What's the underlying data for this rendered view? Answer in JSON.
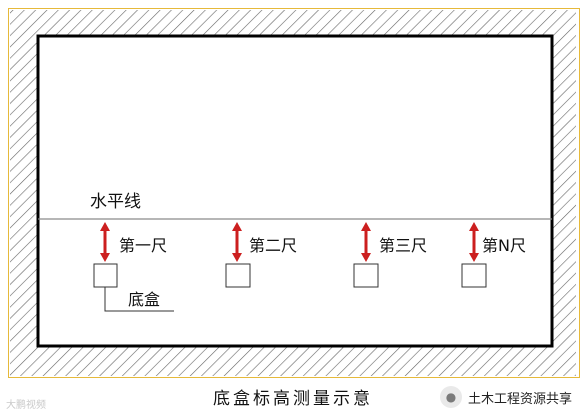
{
  "diagram": {
    "level_line_label": "水平线",
    "positions": [
      {
        "ruler_label": "第一尺"
      },
      {
        "ruler_label": "第二尺"
      },
      {
        "ruler_label": "第三尺"
      },
      {
        "ruler_label": "第N尺"
      }
    ],
    "box_label": "底盒",
    "arrow_color": "#cc1f1f",
    "hatch_color": "#666666",
    "frame_color": "#e6b93a"
  },
  "caption": "底盒标高测量示意",
  "brand": {
    "icon": "chat-bubble-icon",
    "text": "土木工程资源共享"
  },
  "watermark": "大鹏视频"
}
